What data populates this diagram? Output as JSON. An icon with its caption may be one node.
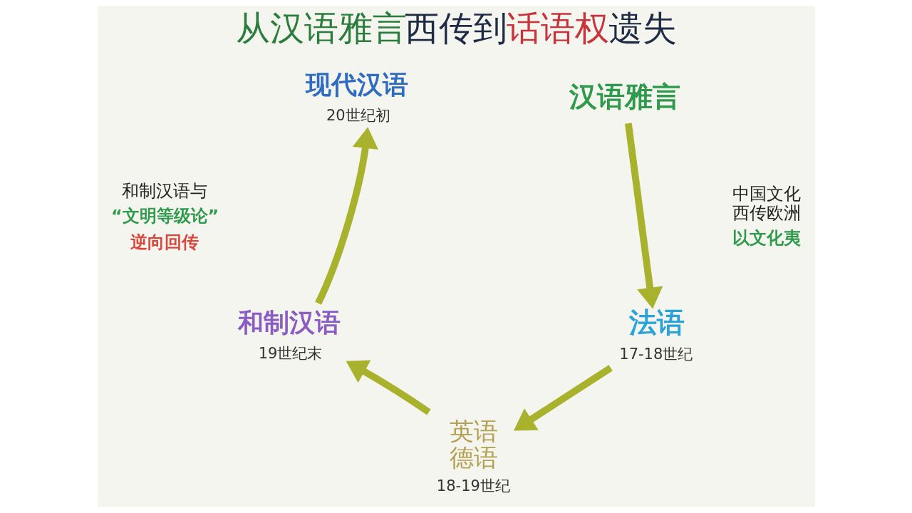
{
  "diagram": {
    "title": "从汉语雅言西传到话语权遗失",
    "nodes": [
      {
        "text": [
          "现代汉语"
        ],
        "beside": [
          "20世纪初"
        ]
      },
      {
        "text": [
          "汉语雅言"
        ]
      },
      {
        "text": [
          "和制汉语"
        ],
        "beside": [
          "19世纪末"
        ]
      },
      {
        "text": [
          "法语"
        ],
        "beside": [
          "17-18世纪"
        ]
      },
      {
        "text": [
          "英语德语"
        ],
        "beside": [
          "18-19世纪"
        ]
      }
    ],
    "edges": [
      {
        "from": 1,
        "to": 3,
        "arrow": "to"
      },
      {
        "from": 3,
        "to": 4,
        "arrow": "to"
      },
      {
        "from": 4,
        "to": 2,
        "arrow": "to"
      },
      {
        "from": 2,
        "to": 0,
        "arrow": "to"
      }
    ],
    "labels": [
      "中国文化西传欧洲",
      "以文化夷",
      "和制汉语与",
      "“文明等级论”",
      "逆向回传"
    ]
  }
}
